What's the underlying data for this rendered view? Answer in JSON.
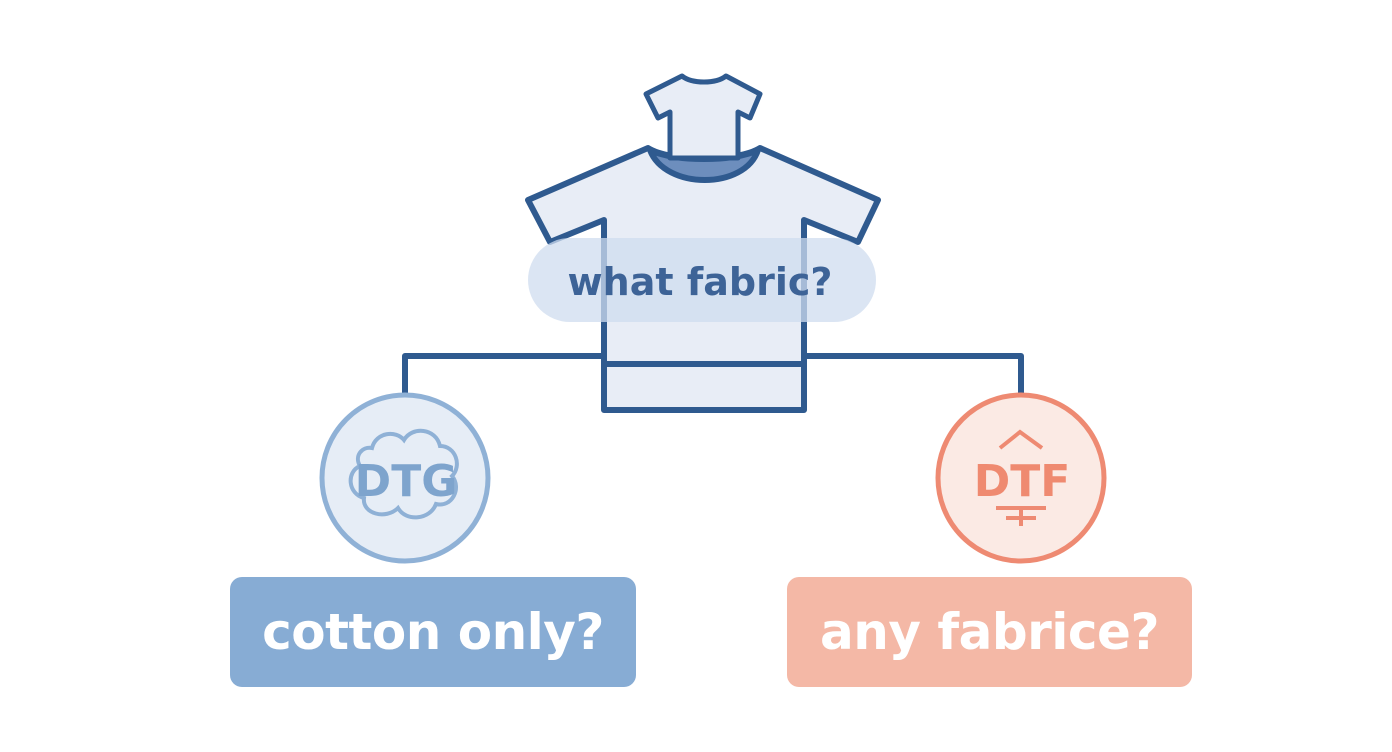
{
  "colors": {
    "shirt_stroke": "#2f5a8f",
    "shirt_fill": "#e8edf6",
    "shirt_collar": "#6d8ebd",
    "pill_fill": "#cfdcef",
    "pill_text": "#3d6397",
    "connector": "#2f5a8f",
    "dtg_ring": "#8fb1d6",
    "dtg_fill": "#e6edf6",
    "dtg_text": "#7ea4cd",
    "dtf_ring": "#ee8a72",
    "dtf_fill": "#fbeae4",
    "dtf_text": "#ef8a70",
    "left_box": "#87acd4",
    "right_box": "#f4b8a6"
  },
  "diagram": {
    "question": "what fabric?",
    "left_option": {
      "badge": "DTG",
      "icon": "cloud-icon",
      "label": "cotton only?"
    },
    "right_option": {
      "badge": "DTF",
      "icon": "heat-press-icon",
      "label": "any fabrice?"
    },
    "top_icon": "t-shirt-icon"
  }
}
